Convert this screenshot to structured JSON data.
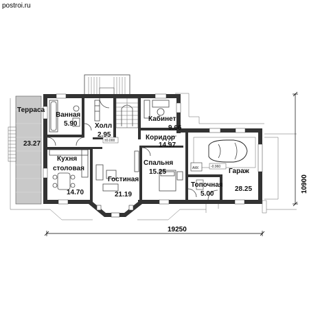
{
  "site": {
    "url": "postroi.ru"
  },
  "dimensions": {
    "width": "19250",
    "height": "10900"
  },
  "rooms": [
    {
      "id": "terrace",
      "name": "Терраса",
      "area": "23.27"
    },
    {
      "id": "bathroom",
      "name": "Ванная",
      "area": "5.90"
    },
    {
      "id": "hall",
      "name": "Холл",
      "area": "2.95"
    },
    {
      "id": "study",
      "name": "Кабинет",
      "area": "9.66"
    },
    {
      "id": "corridor",
      "name": "Коридор",
      "area": "14.97"
    },
    {
      "id": "kitchen",
      "name": "Кухня",
      "name2": "столовая",
      "area": "14.70"
    },
    {
      "id": "living",
      "name": "Гостиная",
      "area": "21.19"
    },
    {
      "id": "bedroom",
      "name": "Спальня",
      "area": "15.25"
    },
    {
      "id": "boiler",
      "name": "Топочная",
      "area": "5.00"
    },
    {
      "id": "garage",
      "name": "Гараж",
      "area": "28.25"
    }
  ],
  "levels": {
    "main": "±0.000",
    "garage": "-0.960"
  },
  "equipment": {
    "boiler_tag": "АКК"
  }
}
